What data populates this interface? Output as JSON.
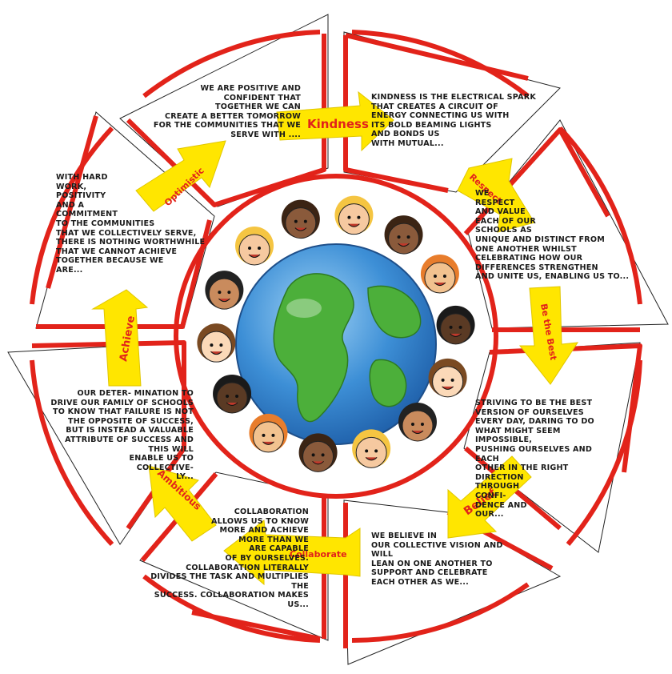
{
  "values": [
    {
      "label": "Kindness",
      "text": "Kindness is the electrical spark\nthat creates a circuit of\nenergy connecting us with\nits bold beaming lights\nand bonds us\nwith mutual..."
    },
    {
      "label": "Respect",
      "text": "We\nrespect\nand value\neach of our\nschools as\nunique and distinct from\none another whilst\ncelebrating how our\ndifferences strengthen\nand unite us, enabling us to..."
    },
    {
      "label": "Be the Best",
      "text": "Striving to be the best\nversion of ourselves\nevery day, daring to do\nwhat might seem impossible,\npushing ourselves and each\nother in the right direction\nthrough\nconfi-\ndence and\nour..."
    },
    {
      "label": "Belief",
      "text": "We believe in\nour collective vision and will\nlean on one another to\nsupport and celebrate\neach other as we..."
    },
    {
      "label": "Collaborate",
      "text": "Collaboration\nallows us to know\nmore and achieve\nmore than we\nare capable\nof by ourselves.\nCollaboration literally\ndivides the task and multiplies the\nsuccess. Collaboration makes\nus..."
    },
    {
      "label": "Ambitious",
      "text": "Our deter-          mination to\ndrive our family of schools\nto know that failure is not\nthe opposite of success,\nbut is instead a valuable\nattribute of success and\nthis will\nenable us to\ncollective-\nly..."
    },
    {
      "label": "Achieve",
      "text": "With hard\nwork,\npositivity\nand a\ncommitment\nto the communities\nthat we collectively serve,\nthere is nothing worthwhile\nthat we cannot achieve\ntogether because we\nare..."
    },
    {
      "label": "Optimistic",
      "text": "We are positive and\nconfident that\ntogether we can\ncreate a better tomorrow\nfor the communities that we\nserve with ...."
    }
  ],
  "colors": {
    "frame": "#e2231a",
    "arrow": "#ffe600",
    "arrow_label": "#e2231a",
    "ocean": "#3d8fd6",
    "land": "#4caf3a"
  },
  "icons": [
    "globe-icon",
    "children-icon"
  ]
}
